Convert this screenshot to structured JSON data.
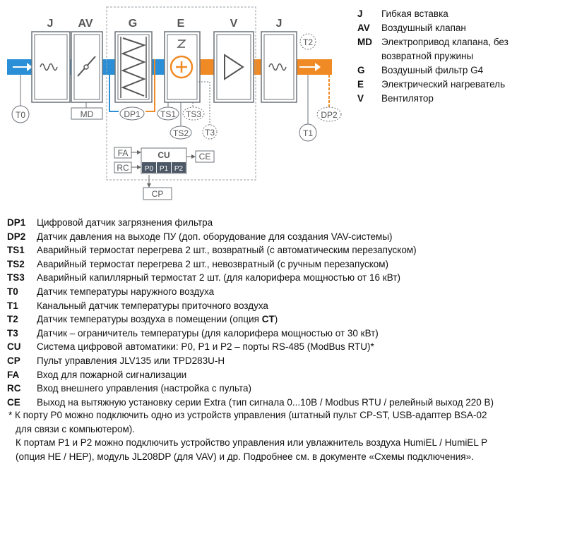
{
  "diagram": {
    "modules": [
      {
        "id": "J1",
        "label": "J"
      },
      {
        "id": "AV",
        "label": "AV"
      },
      {
        "id": "G",
        "label": "G"
      },
      {
        "id": "E",
        "label": "E"
      },
      {
        "id": "V",
        "label": "V"
      },
      {
        "id": "J2",
        "label": "J"
      }
    ],
    "components": {
      "md": "MD",
      "dp1": "DP1",
      "ts1": "TS1",
      "ts2": "TS2",
      "ts3": "TS3",
      "t0": "T0",
      "t1": "T1",
      "t2": "T2",
      "t3": "T3",
      "dp2": "DP2",
      "fa": "FA",
      "rc": "RC",
      "cu": "CU",
      "ce": "CE",
      "cp": "CP",
      "p0": "P0",
      "p1": "P1",
      "p2": "P2"
    },
    "colors": {
      "supply_in": "#2a8fd6",
      "supply_out": "#f08a24",
      "unit_border": "#9aa0a6",
      "port_fill": "#4d5866"
    }
  },
  "legend_top": [
    {
      "code": "J",
      "desc": "Гибкая вставка"
    },
    {
      "code": "AV",
      "desc": "Воздушный клапан"
    },
    {
      "code": "MD",
      "desc": "Электропривод клапана, без возвратной пружины"
    },
    {
      "code": "G",
      "desc": "Воздушный фильтр G4"
    },
    {
      "code": "E",
      "desc": "Электрический нагреватель"
    },
    {
      "code": "V",
      "desc": "Вентилятор"
    }
  ],
  "abbreviations": [
    {
      "code": "DP1",
      "desc": "Цифровой датчик загрязнения фильтра"
    },
    {
      "code": "DP2",
      "desc": "Датчик давления на выходе ПУ (доп. оборудование для создания VAV-системы)"
    },
    {
      "code": "TS1",
      "desc": "Аварийный термостат перегрева 2 шт., возвратный (с автоматическим перезапуском)"
    },
    {
      "code": "TS2",
      "desc": "Аварийный термостат перегрева 2 шт., невозвратный (с ручным перезапуском)"
    },
    {
      "code": "TS3",
      "desc": "Аварийный капиллярный термостат 2 шт. (для калорифера мощностью от 16 кВт)"
    },
    {
      "code": "T0",
      "desc": "Датчик температуры наружного воздуха"
    },
    {
      "code": "T1",
      "desc": "Канальный датчик температуры приточного воздуха"
    },
    {
      "code": "T2",
      "desc_pre": "Датчик температуры воздуха в помещении (опция ",
      "desc_bold": "CT",
      "desc_post": ")"
    },
    {
      "code": "T3",
      "desc": "Датчик – ограничитель температуры (для калорифера мощностью от 30 кВт)"
    },
    {
      "code": "CU",
      "desc": "Система цифровой автоматики: P0, P1 и P2 – порты RS-485 (ModBus RTU)*"
    },
    {
      "code": "CP",
      "desc": "Пульт управления JLV135 или TPD283U-H"
    },
    {
      "code": "FA",
      "desc": "Вход для пожарной сигнализации"
    },
    {
      "code": "RC",
      "desc": "Вход внешнего управления (настройка с пульта)"
    },
    {
      "code": "CE",
      "desc": "Выход на вытяжную установку серии Extra (тип сигнала 0...10В / Modbus RTU / релейный выход 220 В)"
    }
  ],
  "notes": [
    "* К порту P0 можно подключить одно из устройств управления (штатный пульт CP-ST, USB-адаптер BSA-02",
    "для связи с компьютером).",
    "К портам P1 и P2 можно подключить устройство управления или увлажнитель воздуха HumiEL /  HumiEL P",
    "(опция HE / HEP), модуль JL208DP (для VAV) и др. Подробнее см. в документе «Схемы подключения»."
  ]
}
